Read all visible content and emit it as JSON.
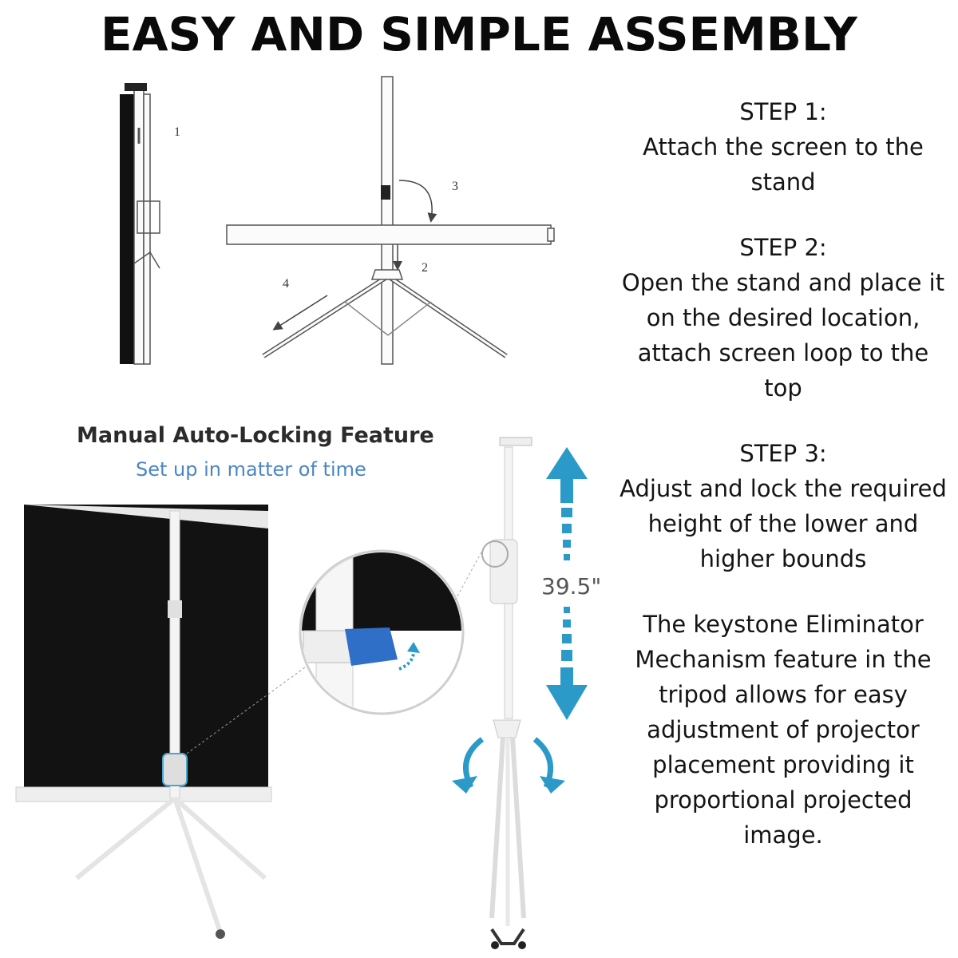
{
  "title": "EASY AND SIMPLE ASSEMBLY",
  "steps": [
    {
      "heading": "STEP 1:",
      "text": "Attach the screen to the stand"
    },
    {
      "heading": "STEP 2:",
      "text": "Open the stand and place it on the desired location, attach screen loop to the top"
    },
    {
      "heading": "STEP 3:",
      "text": "Adjust and lock the required height of the lower and higher bounds"
    }
  ],
  "note": "The keystone Eliminator Mechanism feature in the tripod allows for easy adjustment of projector placement providing it proportional projected image.",
  "diagram_labels": {
    "one": "1",
    "two": "2",
    "three": "3",
    "four": "4"
  },
  "feature": {
    "title": "Manual Auto-Locking Feature",
    "subtitle": "Set up in matter of time"
  },
  "measurement": "39.5\"",
  "colors": {
    "accent": "#2b9ac8",
    "subtitle": "#4a86c4",
    "screen": "#111111"
  }
}
